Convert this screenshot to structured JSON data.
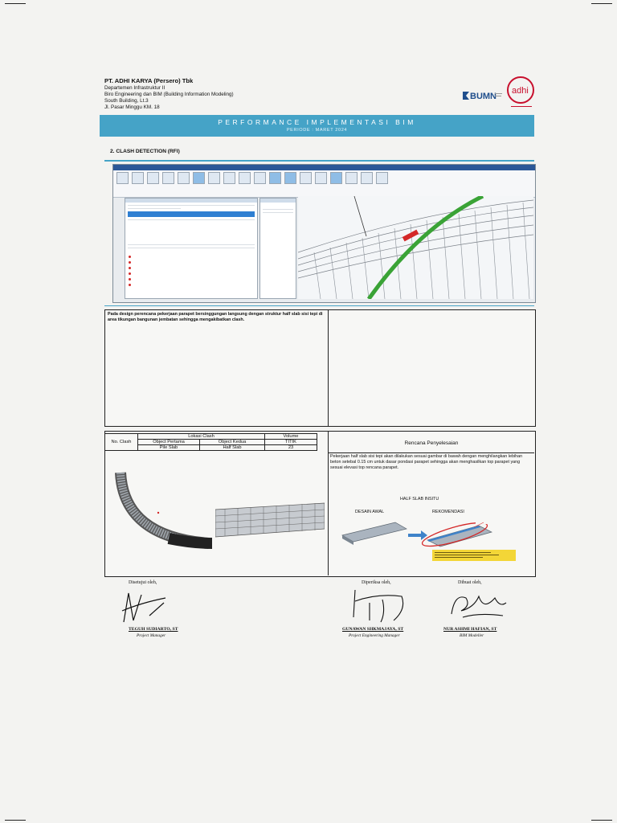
{
  "header": {
    "company": "PT. ADHI KARYA (Persero) Tbk",
    "department": "Departemen Infrastruktur II",
    "bureau": "Biro Engineering dan BIM (Building Information Modeling)",
    "building": "South Building, Lt.3",
    "address": "Jl. Pasar Minggu KM. 18",
    "logo_bumn": "BUMN",
    "logo_adhi": "adhi"
  },
  "banner": {
    "title": "PERFORMANCE IMPLEMENTASI BIM",
    "period": "PERIODE : MARET 2024"
  },
  "section": {
    "heading": "2.   CLASH DETECTION (RFI)"
  },
  "description": {
    "text": "Pada design perencana pekerjaan parapet bersinggungan langsung dengan struktur half slab sisi tepi di area tikungan bangunan jembatan sehingga mengakibatkan clash."
  },
  "clash_table": {
    "col_no_clash": "No. Clash",
    "col_lokasi": "Lokasi Clash",
    "col_object1": "Object Pertama",
    "col_object2": "Object Kedua",
    "col_volume": "Volume",
    "col_unit": "TITIK",
    "row_object1": "Pile Slab",
    "row_object2": "Half Slab",
    "row_volume": "23"
  },
  "solution": {
    "heading": "Rencana Penyelesaian",
    "text": "Pekerjaan half slab sisi tepi akan dilakukan sesuai gambar di bawah dengan menghilangkan lebihan beton setebal 0.15 cm untuk dasar pondasi parapet sehingga akan menghasilkan top parapet yang sesuai elevasi top rencana parapet.",
    "figure_title": "HALF SLAB INSITU",
    "label_awal": "DESAIN AWAL",
    "label_rekom": "REKOMENDASI"
  },
  "signatures": [
    {
      "label": "Disetujui oleh,",
      "name": "TEGUH SUDIARTO, ST",
      "role": "Project Manager"
    },
    {
      "label": "Diperiksa oleh,",
      "name": "GUNAWAN SHKMAJAYA, ST",
      "role": "Project Engineering Manager"
    },
    {
      "label": "Dibuat oleh,",
      "name": "NUR ASHMI HAFIAN, ST",
      "role": "BIM Modeller"
    }
  ],
  "colors": {
    "accent": "#45a3c7",
    "clash_green": "#3aa336",
    "clash_red": "#d42828",
    "adhi_red": "#c8102e"
  }
}
